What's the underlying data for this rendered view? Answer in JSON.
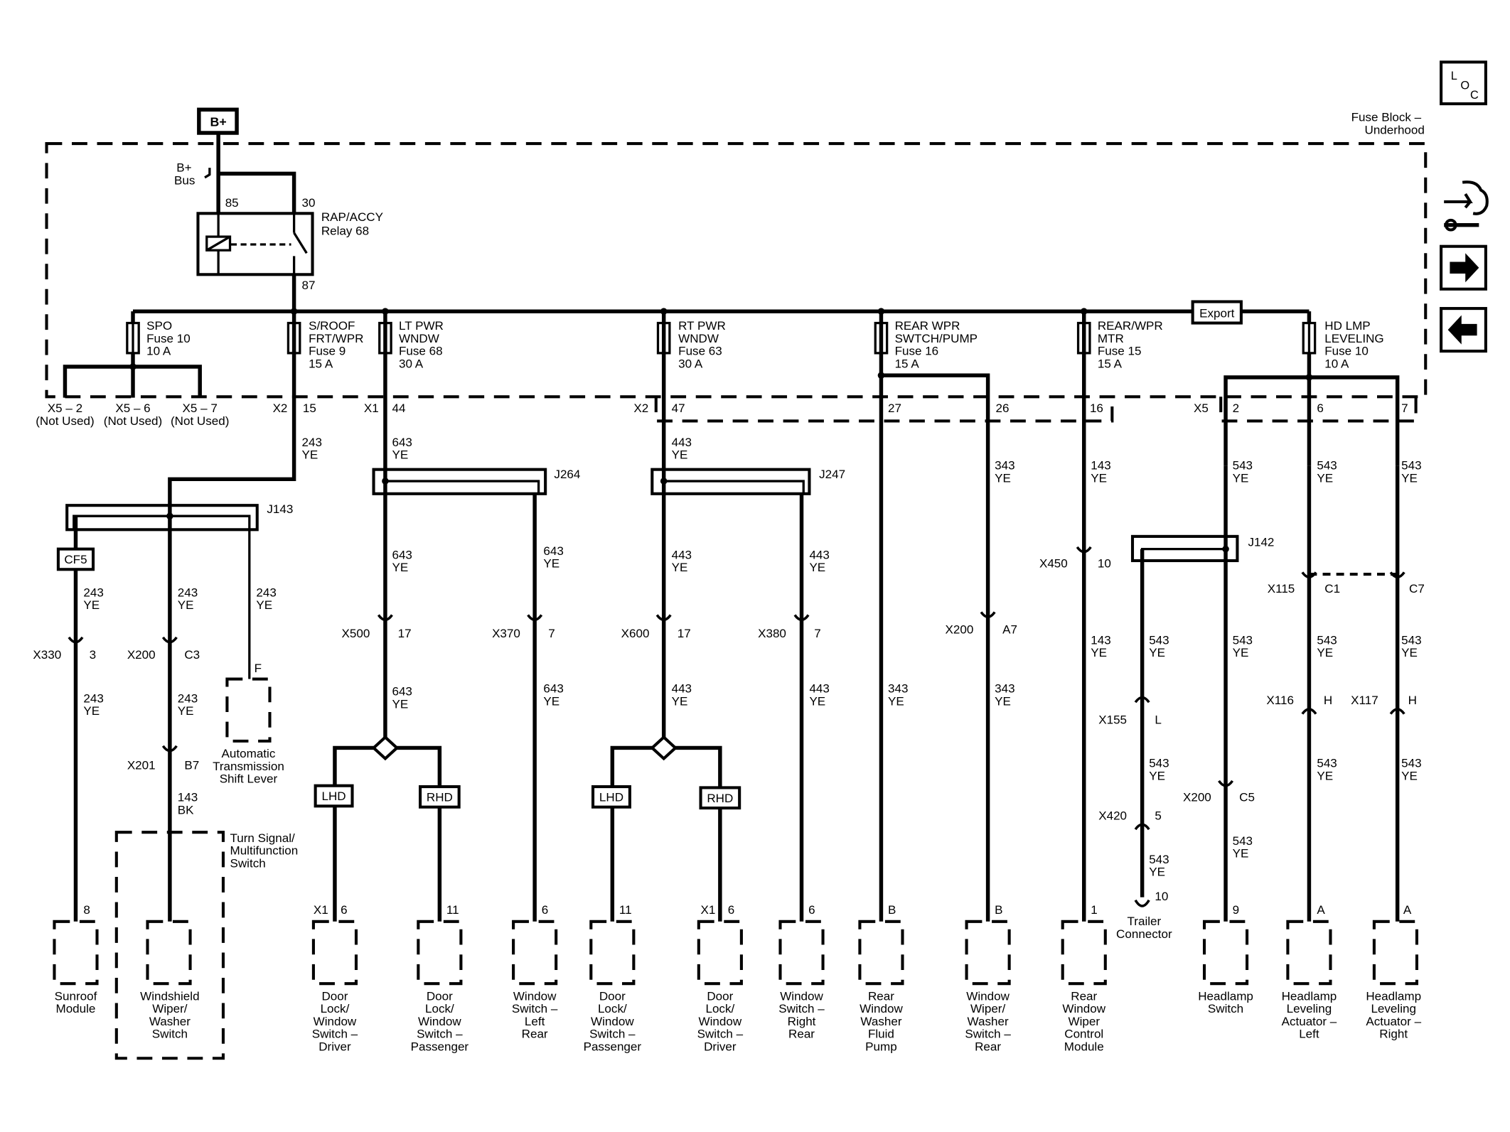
{
  "battery_label": "B+",
  "bus_label": [
    "B+",
    "Bus"
  ],
  "fuse_block_label": [
    "Fuse Block –",
    "Underhood"
  ],
  "loc_label": [
    "L",
    "O",
    "C"
  ],
  "relay": {
    "label": [
      "RAP/ACCY",
      "Relay 68"
    ],
    "pin_85": "85",
    "pin_30": "30",
    "pin_87": "87"
  },
  "export_label": "Export",
  "fuses": [
    {
      "label": [
        "SPO",
        "Fuse 10",
        "10 A"
      ]
    },
    {
      "label": [
        "S/ROOF",
        "FRT/WPR",
        "Fuse 9",
        "15 A"
      ]
    },
    {
      "label": [
        "LT PWR",
        "WNDW",
        "Fuse 68",
        "30 A"
      ]
    },
    {
      "label": [
        "RT PWR",
        "WNDW",
        "Fuse 63",
        "30 A"
      ]
    },
    {
      "label": [
        "REAR WPR",
        "SWTCH/PUMP",
        "Fuse 16",
        "15 A"
      ]
    },
    {
      "label": [
        "REAR/WPR",
        "MTR",
        "Fuse 15",
        "15 A"
      ]
    },
    {
      "label": [
        "HD LMP",
        "LEVELING",
        "Fuse 10",
        "10 A"
      ]
    }
  ],
  "not_used": [
    {
      "pin": "X5 – 2",
      "note": "(Not Used)"
    },
    {
      "pin": "X5 – 6",
      "note": "(Not Used)"
    },
    {
      "pin": "X5 – 7",
      "note": "(Not Used)"
    }
  ],
  "labels": [
    "X2",
    "15",
    "X1",
    "44",
    "X2",
    "47",
    "27",
    "26",
    "16",
    "X5",
    "2",
    "6",
    "7",
    "243",
    "YE",
    "643",
    "YE",
    "443",
    "YE",
    "343",
    "YE",
    "143",
    "YE",
    "543",
    "YE",
    "543",
    "YE",
    "543",
    "YE",
    "J264",
    "J247",
    "J143",
    "J142",
    "CF5",
    "243",
    "YE",
    "243",
    "YE",
    "243",
    "YE",
    "643",
    "YE",
    "643",
    "YE",
    "443",
    "YE",
    "443",
    "YE",
    "X450",
    "10",
    "X115",
    "C1",
    "C7",
    "X330",
    "3",
    "X200",
    "C3",
    "F",
    "X500",
    "17",
    "X370",
    "7",
    "X600",
    "17",
    "X380",
    "7",
    "X200",
    "A7",
    "143",
    "YE",
    "543",
    "YE",
    "543",
    "YE",
    "543",
    "YE",
    "543",
    "YE",
    "243",
    "YE",
    "243",
    "YE",
    "643",
    "YE",
    "643",
    "YE",
    "443",
    "YE",
    "443",
    "YE",
    "343",
    "YE",
    "343",
    "YE",
    "X116",
    "H",
    "X117",
    "H",
    "X155",
    "L",
    "X201",
    "B7",
    "143",
    "BK",
    "543",
    "YE",
    "543",
    "YE",
    "543",
    "YE",
    "X200",
    "C5",
    "X420",
    "5",
    "543",
    "YE",
    "543",
    "YE",
    "10",
    "LHD",
    "RHD",
    "LHD",
    "RHD",
    "8",
    "X1",
    "6",
    "11",
    "6",
    "11",
    "X1",
    "6",
    "6",
    "B",
    "B",
    "1",
    "9",
    "A",
    "A"
  ],
  "components": [
    [
      "Automatic",
      "Transmission",
      "Shift Lever"
    ],
    [
      "Turn Signal/",
      "Multifunction",
      "Switch"
    ],
    [
      "Trailer",
      "Connector"
    ],
    [
      "Sunroof",
      "Module"
    ],
    [
      "Windshield",
      "Wiper/",
      "Washer",
      "Switch"
    ],
    [
      "Door",
      "Lock/",
      "Window",
      "Switch –",
      "Driver"
    ],
    [
      "Door",
      "Lock/",
      "Window",
      "Switch –",
      "Passenger"
    ],
    [
      "Window",
      "Switch –",
      "Left",
      "Rear"
    ],
    [
      "Door",
      "Lock/",
      "Window",
      "Switch –",
      "Passenger"
    ],
    [
      "Door",
      "Lock/",
      "Window",
      "Switch –",
      "Driver"
    ],
    [
      "Window",
      "Switch –",
      "Right",
      "Rear"
    ],
    [
      "Rear",
      "Window",
      "Washer",
      "Fluid",
      "Pump"
    ],
    [
      "Window",
      "Wiper/",
      "Washer",
      "Switch –",
      "Rear"
    ],
    [
      "Rear",
      "Window",
      "Wiper",
      "Control",
      "Module"
    ],
    [
      "Headlamp",
      "Switch"
    ],
    [
      "Headlamp",
      "Leveling",
      "Actuator –",
      "Left"
    ],
    [
      "Headlamp",
      "Leveling",
      "Actuator –",
      "Right"
    ]
  ],
  "icons": [
    "loc-icon",
    "connector-view-icon",
    "next-page-arrow-icon",
    "previous-page-arrow-icon"
  ]
}
